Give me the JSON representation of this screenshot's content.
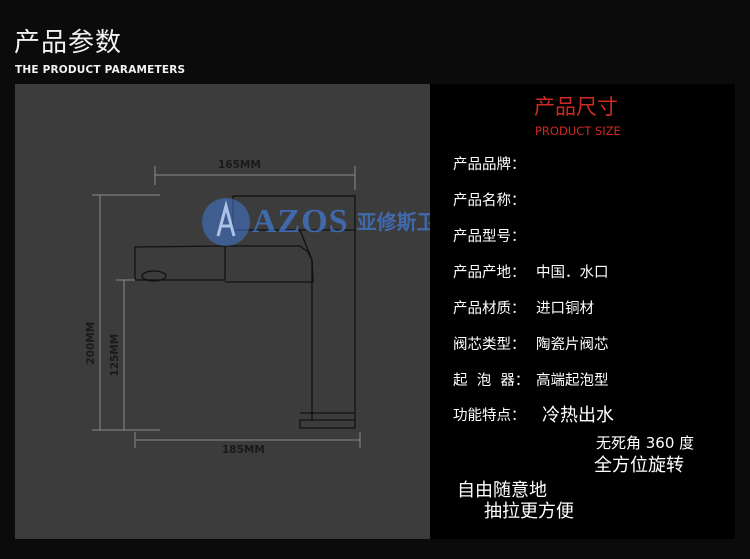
{
  "header": {
    "title_cn": "产品参数",
    "title_en": "THE PRODUCT PARAMETERS"
  },
  "drawing": {
    "dim_top": "165MM",
    "dim_bottom": "185MM",
    "dim_height_total": "200MM",
    "dim_height_spout": "125MM"
  },
  "watermark": {
    "brand": "AZOS",
    "brand_cn": "亚修斯卫浴"
  },
  "size_title": {
    "cn": "产品尺寸",
    "en": "PRODUCT SIZE"
  },
  "specs": [
    {
      "label": "产品品牌：",
      "value": ""
    },
    {
      "label": "产品名称：",
      "value": ""
    },
    {
      "label": "产品型号：",
      "value": ""
    },
    {
      "label": "产品产地：",
      "value": "中国．水口"
    },
    {
      "label": "产品材质：",
      "value": "进口铜材"
    },
    {
      "label": "阀芯类型：",
      "value": "陶瓷片阀芯"
    },
    {
      "label": "起  泡  器：",
      "value": "高端起泡型"
    },
    {
      "label": "功能特点：",
      "value": "冷热出水"
    }
  ],
  "features_extra": [
    "无死角 360 度",
    "全方位旋转",
    "自由随意地",
    "抽拉更方便"
  ],
  "colors": {
    "accent": "#cc2a22",
    "panel_gray": "#3c3c3c",
    "background": "#0b0b0b"
  }
}
